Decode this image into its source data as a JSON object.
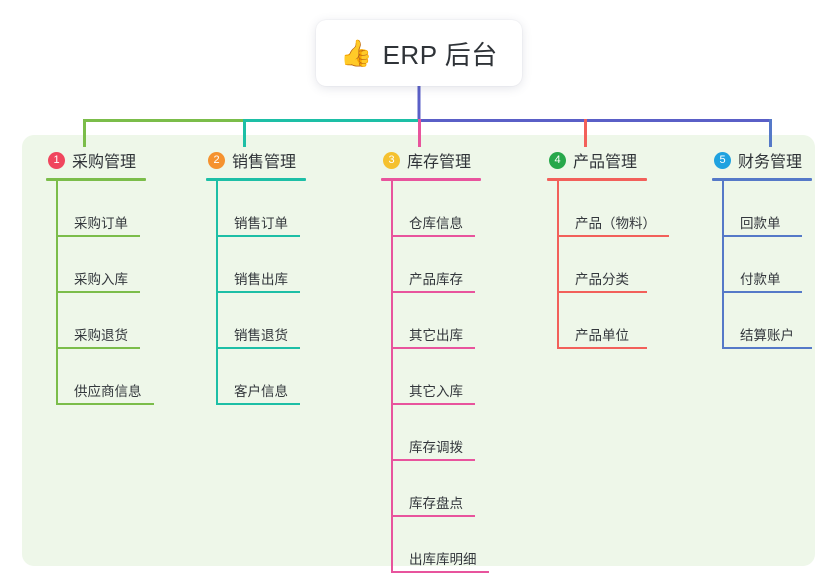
{
  "diagram": {
    "type": "mind-map",
    "root": {
      "icon": "thumbs-up-icon",
      "emoji": "👍",
      "title": "ERP 后台"
    },
    "panel_color": "#eef7e9",
    "branches": [
      {
        "index": "1",
        "title": "采购管理",
        "badge_color": "#f0465e",
        "line_color": "#7bbd4a",
        "items": [
          "采购订单",
          "采购入库",
          "采购退货",
          "供应商信息"
        ]
      },
      {
        "index": "2",
        "title": "销售管理",
        "badge_color": "#f5922f",
        "line_color": "#1dbfa6",
        "items": [
          "销售订单",
          "销售出库",
          "销售退货",
          "客户信息"
        ]
      },
      {
        "index": "3",
        "title": "库存管理",
        "badge_color": "#f5c12f",
        "line_color": "#e8549d",
        "items": [
          "仓库信息",
          "产品库存",
          "其它出库",
          "其它入库",
          "库存调拨",
          "库存盘点",
          "出库库明细"
        ]
      },
      {
        "index": "4",
        "title": "产品管理",
        "badge_color": "#27a84b",
        "line_color": "#f2605a",
        "items": [
          "产品（物料）",
          "产品分类",
          "产品单位"
        ]
      },
      {
        "index": "5",
        "title": "财务管理",
        "badge_color": "#1fa2e0",
        "line_color": "#5579c8",
        "items": [
          "回款单",
          "付款单",
          "结算账户"
        ]
      }
    ],
    "connectors": {
      "root_stem_color": "#5a5fc7",
      "bus_left_color": "#7bbd4a",
      "bus_mid_color": "#1dbfa6",
      "bus_right_color": "#5a5fc7"
    }
  }
}
